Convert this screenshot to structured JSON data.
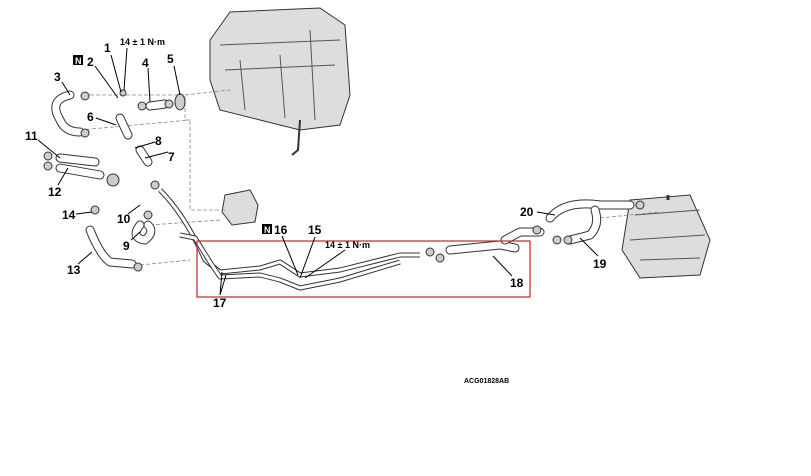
{
  "diagram": {
    "callouts": [
      "1",
      "2",
      "3",
      "4",
      "5",
      "6",
      "7",
      "8",
      "9",
      "10",
      "11",
      "12",
      "13",
      "14",
      "15",
      "16",
      "17",
      "18",
      "19",
      "20"
    ],
    "torque_upper": "14 ± 1 N·m",
    "torque_lower": "14 ± 1 N·m",
    "new_part_marker": "N",
    "figure_code": "ACG01828AB",
    "highlight_color": "#d0202a"
  }
}
